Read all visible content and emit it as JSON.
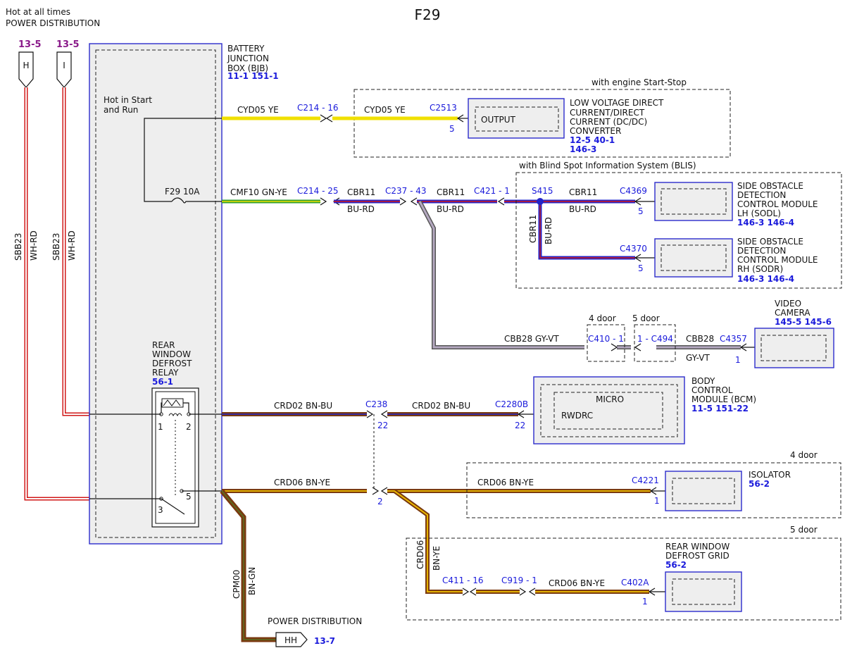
{
  "title": "F29",
  "power_source": {
    "line1": "Hot at all times",
    "line2": "POWER DISTRIBUTION",
    "pins": [
      {
        "ref": "13-5",
        "letter": "H"
      },
      {
        "ref": "13-5",
        "letter": "I"
      }
    ],
    "wires": [
      {
        "circuit": "SBB23",
        "color": "WH-RD"
      },
      {
        "circuit": "SBB23",
        "color": "WH-RD"
      }
    ]
  },
  "bjb": {
    "name_lines": [
      "BATTERY",
      "JUNCTION",
      "BOX (BJB)"
    ],
    "refs": "11-1   151-1",
    "hot_lines": [
      "Hot in Start",
      "and Run"
    ],
    "fuse": "F29  10A"
  },
  "relay": {
    "name_lines": [
      "REAR",
      "WINDOW",
      "DEFROST",
      "RELAY"
    ],
    "ref": "56-1",
    "pins": [
      "1",
      "2",
      "3",
      "5"
    ]
  },
  "wires": {
    "cyd05": "CYD05  YE",
    "cmf10": "CMF10  GN-YE",
    "cbr11": "CBR11",
    "bu_rd": "BU-RD",
    "cbb28": "CBB28  GY-VT",
    "crd02": "CRD02  BN-BU",
    "crd06": "CRD06  BN-YE",
    "crd06_v": "CRD06",
    "bn_ye": "BN-YE",
    "cpm00": "CPM00",
    "bn_gn": "BN-GN",
    "cbb28_short": "CBB28",
    "gy_vt": "GY-VT"
  },
  "connectors": {
    "c214_16": "C214 - 16",
    "c2513": "C2513",
    "c2513_pin": "5",
    "c214_25": "C214 - 25",
    "c237_43": "C237 - 43",
    "c421_1": "C421 - 1",
    "s415": "S415",
    "c4369": "C4369",
    "c4369_pin": "5",
    "c4370": "C4370",
    "c4370_pin": "5",
    "c410_1": "C410 - 1",
    "c494": "1 - C494",
    "c4357": "C4357",
    "c4357_pin": "1",
    "c238": "C238",
    "c238_pin_a": "22",
    "c238_pin_b": "2",
    "c2280b": "C2280B",
    "c2280b_pin": "22",
    "c4221": "C4221",
    "c4221_pin": "1",
    "c411_16": "C411 - 16",
    "c919_1": "C919 - 1",
    "c402a": "C402A",
    "c402a_pin": "1"
  },
  "options": {
    "start_stop": "with engine Start-Stop",
    "blis": "with Blind Spot Information System (BLIS)",
    "four_door": "4 door",
    "five_door": "5 door"
  },
  "components": {
    "dcdc": {
      "inner": "OUTPUT",
      "lines": [
        "LOW VOLTAGE DIRECT",
        "CURRENT/DIRECT",
        "CURRENT (DC/DC)",
        "CONVERTER"
      ],
      "refs1": "12-5   40-1",
      "refs2": "146-3"
    },
    "sodl": {
      "lines": [
        "SIDE OBSTACLE",
        "DETECTION",
        "CONTROL MODULE",
        "LH (SODL)"
      ],
      "refs": "146-3   146-4"
    },
    "sodr": {
      "lines": [
        "SIDE OBSTACLE",
        "DETECTION",
        "CONTROL MODULE",
        "RH (SODR)"
      ],
      "refs": "146-3   146-4"
    },
    "camera": {
      "lines": [
        "VIDEO",
        "CAMERA"
      ],
      "refs": "145-5  145-6"
    },
    "bcm": {
      "micro": "MICRO",
      "pin_name": "RWDRC",
      "lines": [
        "BODY",
        "CONTROL",
        "MODULE (BCM)"
      ],
      "refs": "11-5    151-22"
    },
    "isolator": {
      "lines": [
        "ISOLATOR"
      ],
      "refs": "56-2"
    },
    "grid": {
      "lines": [
        "REAR WINDOW",
        "DEFROST GRID"
      ],
      "refs": "56-2"
    },
    "pd_bottom": {
      "label": "POWER DISTRIBUTION",
      "pin": "HH",
      "ref": "13-7"
    }
  },
  "colors": {
    "yellow": "#f0e000",
    "green": "#2e9e2e",
    "blue": "#2424c8",
    "red": "#d01818",
    "gray_violet": "#9a8aa0",
    "brown": "#7a3a10",
    "orange_yellow": "#e8a000",
    "connector_blue": "#1a1adb",
    "purple_ref": "#8a1b8a"
  }
}
